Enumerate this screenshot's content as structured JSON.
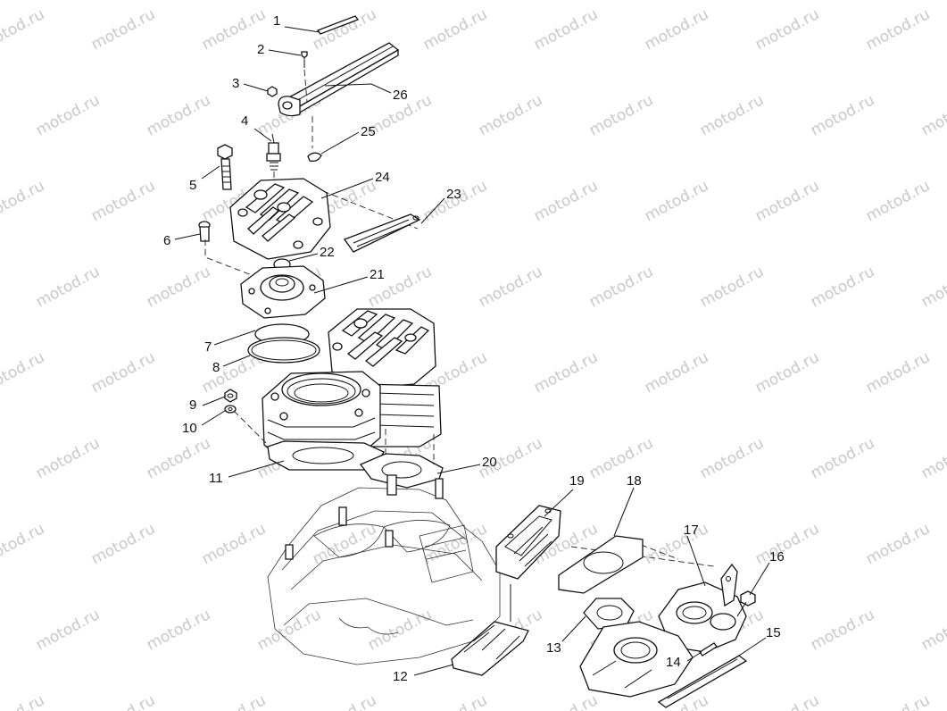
{
  "watermark": "motod.ru",
  "callouts": [
    {
      "id": "1",
      "text": "1"
    },
    {
      "id": "2",
      "text": "2"
    },
    {
      "id": "3",
      "text": "3"
    },
    {
      "id": "4",
      "text": "4"
    },
    {
      "id": "5",
      "text": "5"
    },
    {
      "id": "6",
      "text": "6"
    },
    {
      "id": "7",
      "text": "7"
    },
    {
      "id": "8",
      "text": "8"
    },
    {
      "id": "9",
      "text": "9"
    },
    {
      "id": "10",
      "text": "10"
    },
    {
      "id": "11",
      "text": "11"
    },
    {
      "id": "12",
      "text": "12"
    },
    {
      "id": "13",
      "text": "13"
    },
    {
      "id": "14",
      "text": "14"
    },
    {
      "id": "15",
      "text": "15"
    },
    {
      "id": "16",
      "text": "16"
    },
    {
      "id": "17",
      "text": "17"
    },
    {
      "id": "18",
      "text": "18"
    },
    {
      "id": "19",
      "text": "19"
    },
    {
      "id": "20",
      "text": "20"
    },
    {
      "id": "21",
      "text": "21"
    },
    {
      "id": "22",
      "text": "22"
    },
    {
      "id": "23",
      "text": "23"
    },
    {
      "id": "24",
      "text": "24"
    },
    {
      "id": "25",
      "text": "25"
    },
    {
      "id": "26",
      "text": "26"
    }
  ]
}
